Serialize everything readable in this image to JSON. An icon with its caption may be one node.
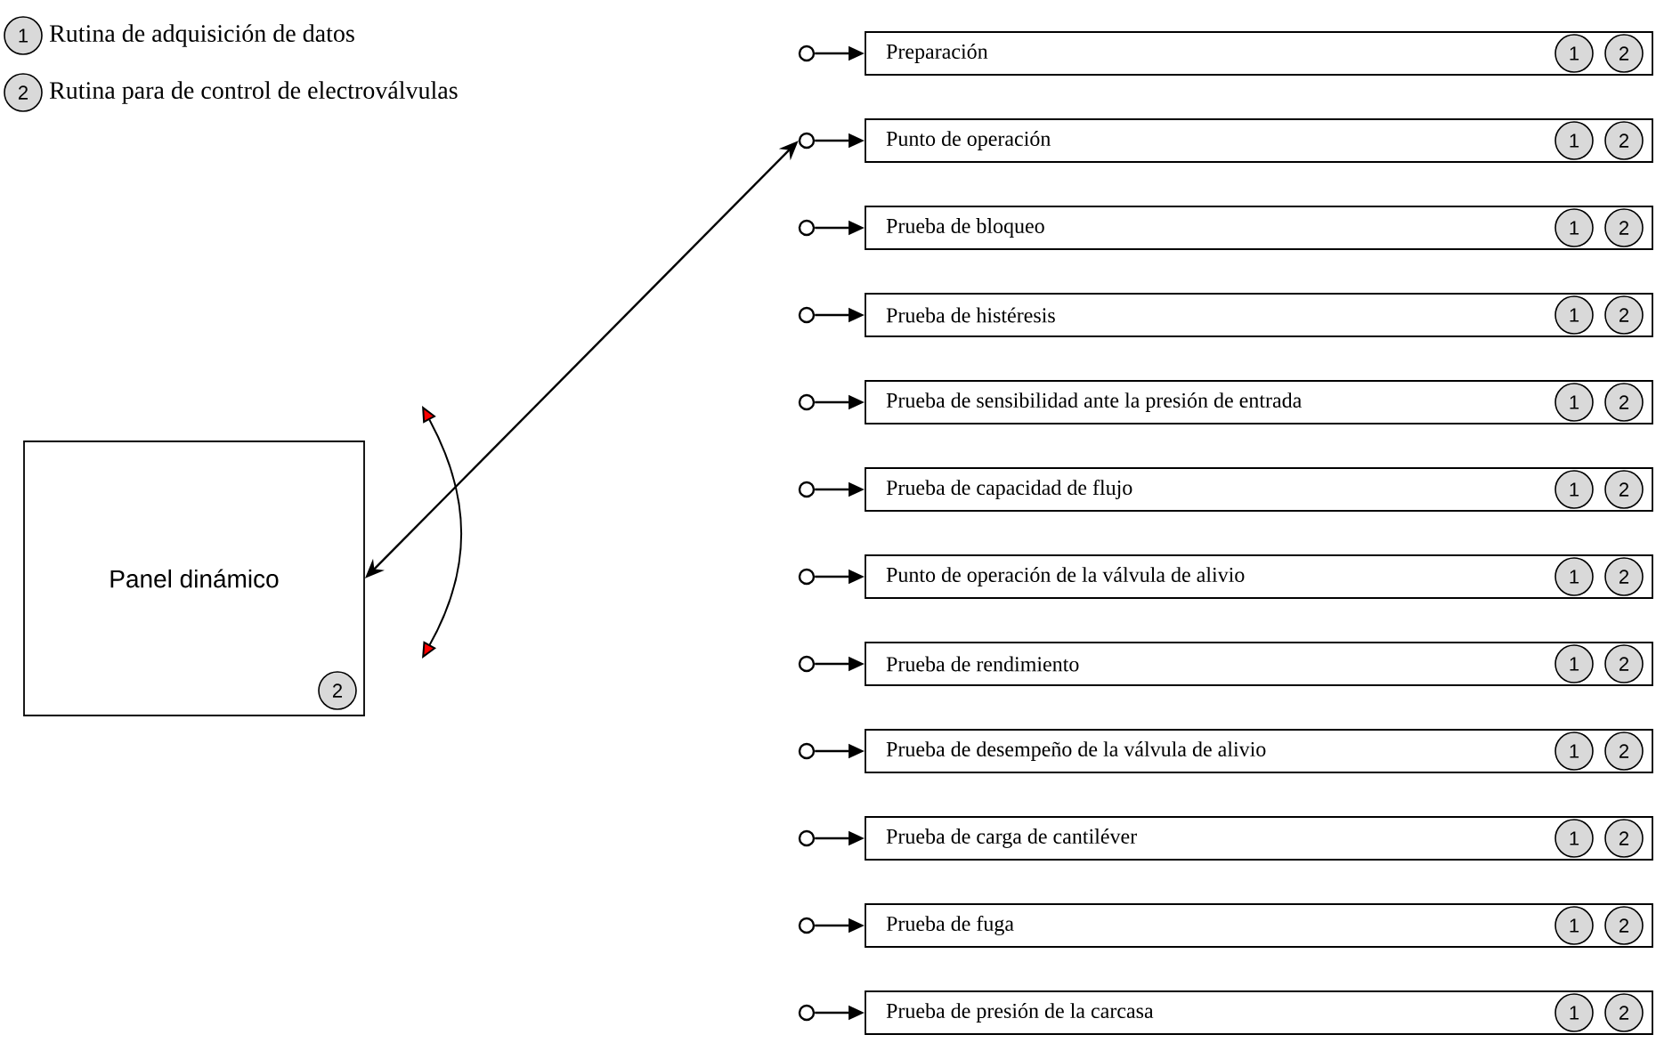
{
  "diagram": {
    "nodes": [
      {
        "text": [
          "1"
        ],
        "beside": [
          "Rutina de adquisición de datos"
        ]
      },
      {
        "text": [
          "2"
        ],
        "beside": [
          "Rutina para de control de electroválvulas"
        ]
      },
      {
        "text": [
          "Panel dinámico"
        ]
      },
      {
        "text": [
          "2"
        ],
        "in": 2
      },
      {
        "text": [],
        "shape": "circle"
      },
      {
        "text": [
          "Preparación"
        ]
      },
      {
        "text": [
          "1"
        ],
        "in": 5
      },
      {
        "text": [
          "2"
        ],
        "in": 5
      },
      {
        "text": [],
        "shape": "circle"
      },
      {
        "text": [
          "Punto de operación"
        ]
      },
      {
        "text": [
          "1"
        ],
        "in": 9
      },
      {
        "text": [
          "2"
        ],
        "in": 9
      },
      {
        "text": [],
        "shape": "circle"
      },
      {
        "text": [
          "Prueba de bloqueo"
        ]
      },
      {
        "text": [
          "1"
        ],
        "in": 13
      },
      {
        "text": [
          "2"
        ],
        "in": 13
      },
      {
        "text": [],
        "shape": "circle"
      },
      {
        "text": [
          "Prueba de histéresis"
        ]
      },
      {
        "text": [
          "1"
        ],
        "in": 17
      },
      {
        "text": [
          "2"
        ],
        "in": 17
      },
      {
        "text": [],
        "shape": "circle"
      },
      {
        "text": [
          "Prueba de sensibilidad ante la presión de entrada"
        ]
      },
      {
        "text": [
          "1"
        ],
        "in": 21
      },
      {
        "text": [
          "2"
        ],
        "in": 21
      },
      {
        "text": [],
        "shape": "circle"
      },
      {
        "text": [
          "Prueba de capacidad de flujo"
        ]
      },
      {
        "text": [
          "1"
        ],
        "in": 25
      },
      {
        "text": [
          "2"
        ],
        "in": 25
      },
      {
        "text": [],
        "shape": "circle"
      },
      {
        "text": [
          "Punto de operación de la válvula de alivio"
        ]
      },
      {
        "text": [
          "1"
        ],
        "in": 29
      },
      {
        "text": [
          "2"
        ],
        "in": 29
      },
      {
        "text": [],
        "shape": "circle"
      },
      {
        "text": [
          "Prueba de rendimiento"
        ]
      },
      {
        "text": [
          "1"
        ],
        "in": 33
      },
      {
        "text": [
          "2"
        ],
        "in": 33
      },
      {
        "text": [],
        "shape": "circle"
      },
      {
        "text": [
          "Prueba de desempeño de la válvula de alivio"
        ]
      },
      {
        "text": [
          "1"
        ],
        "in": 37
      },
      {
        "text": [
          "2"
        ],
        "in": 37
      },
      {
        "text": [],
        "shape": "circle"
      },
      {
        "text": [
          "Prueba de carga de cantiléver"
        ]
      },
      {
        "text": [
          "1"
        ],
        "in": 41
      },
      {
        "text": [
          "2"
        ],
        "in": 41
      },
      {
        "text": [],
        "shape": "circle"
      },
      {
        "text": [
          "Prueba de fuga"
        ]
      },
      {
        "text": [
          "1"
        ],
        "in": 45
      },
      {
        "text": [
          "2"
        ],
        "in": 45
      },
      {
        "text": [],
        "shape": "circle"
      },
      {
        "text": [
          "Prueba de presión de la carcasa"
        ]
      },
      {
        "text": [
          "1"
        ],
        "in": 49
      },
      {
        "text": [
          "2"
        ],
        "in": 49
      }
    ],
    "edges": [
      {
        "from": 4,
        "to": 5,
        "arrow": "to"
      },
      {
        "from": 8,
        "to": 9,
        "arrow": "to"
      },
      {
        "from": 12,
        "to": 13,
        "arrow": "to"
      },
      {
        "from": 16,
        "to": 17,
        "arrow": "to"
      },
      {
        "from": 20,
        "to": 21,
        "arrow": "to"
      },
      {
        "from": 24,
        "to": 25,
        "arrow": "to"
      },
      {
        "from": 28,
        "to": 29,
        "arrow": "to"
      },
      {
        "from": 32,
        "to": 33,
        "arrow": "to"
      },
      {
        "from": 36,
        "to": 37,
        "arrow": "to"
      },
      {
        "from": 40,
        "to": 41,
        "arrow": "to"
      },
      {
        "from": 44,
        "to": 45,
        "arrow": "to"
      },
      {
        "from": 48,
        "to": 49,
        "arrow": "to"
      },
      {
        "from": 2,
        "to": 8,
        "arrow": "both"
      }
    ]
  }
}
